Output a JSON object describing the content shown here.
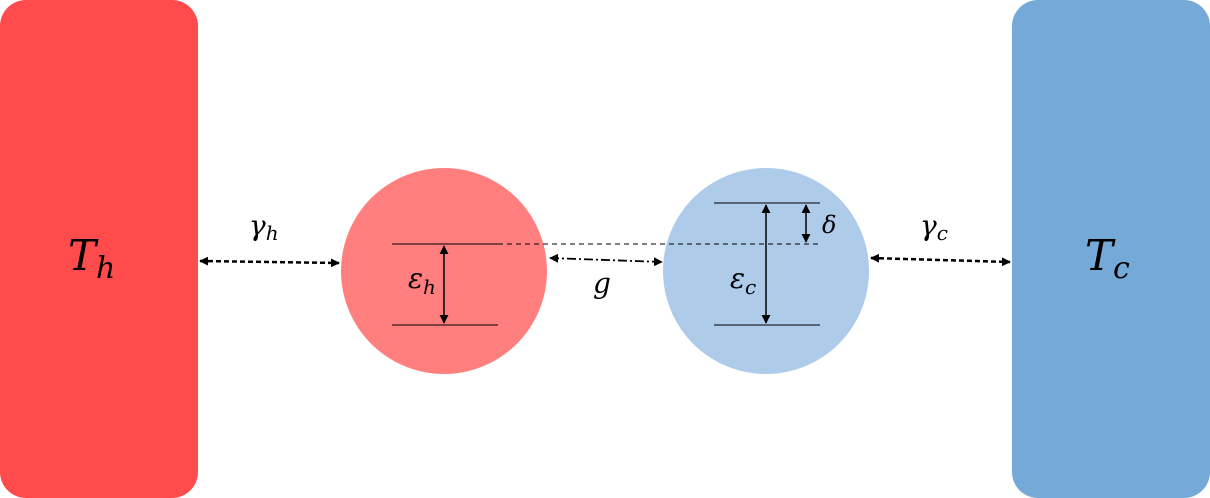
{
  "diagram": {
    "hot_reservoir": {
      "symbol": "T",
      "subscript": "h",
      "color": "#ff4b4b"
    },
    "cold_reservoir": {
      "symbol": "T",
      "subscript": "c",
      "color": "#74a9d8"
    },
    "hot_qubit": {
      "color": "#ff7f7f",
      "energy_symbol": "ε",
      "energy_subscript": "h"
    },
    "cold_qubit": {
      "color": "#aecbea",
      "energy_symbol": "ε",
      "energy_subscript": "c"
    },
    "hot_coupling": {
      "symbol": "γ",
      "subscript": "h"
    },
    "cold_coupling": {
      "symbol": "γ",
      "subscript": "c"
    },
    "qubit_coupling": {
      "symbol": "g"
    },
    "detuning": {
      "symbol": "δ"
    }
  }
}
